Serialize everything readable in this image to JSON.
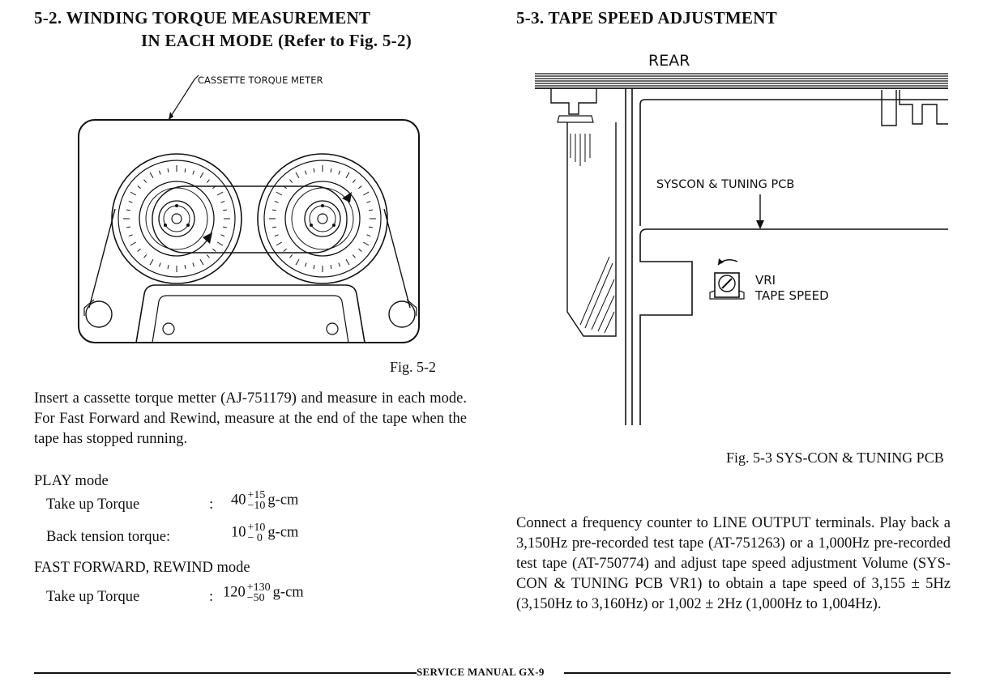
{
  "left": {
    "heading_line1": "5-2. WINDING TORQUE MEASUREMENT",
    "heading_line2": "IN EACH MODE (Refer to Fig. 5-2)",
    "fig_label": "CASSETTE TORQUE METER",
    "fig_caption": "Fig. 5-2",
    "paragraph": "Insert a cassette torque metter (AJ-751179) and measure in each mode. For Fast Forward and Rewind, measure at the end of the tape when the tape has stopped running.",
    "play_mode": "PLAY mode",
    "take_up_label": "Take up Torque",
    "colon": ":",
    "take_up_value": "40",
    "take_up_plus": "+15",
    "take_up_minus": "−10",
    "unit": "g-cm",
    "back_tension_label": "Back tension torque:",
    "back_tension_value": "10",
    "back_tension_plus": "+10",
    "back_tension_minus": "− 0",
    "ff_mode": "FAST FORWARD, REWIND mode",
    "ff_take_up_label": "Take up Torque",
    "ff_value": "120",
    "ff_plus": "+130",
    "ff_minus": "−50"
  },
  "right": {
    "heading": "5-3. TAPE SPEED ADJUSTMENT",
    "rear_label": "REAR",
    "pcb_label": "SYSCON & TUNING PCB",
    "vr_label": "VRI",
    "vr_sub_label": "TAPE SPEED",
    "fig_caption": "Fig. 5-3  SYS-CON & TUNING PCB",
    "paragraph": "Connect a frequency counter to LINE OUTPUT terminals. Play back a 3,150Hz pre-recorded test tape (AT-751263) or a 1,000Hz pre-recorded test tape (AT-750774) and adjust tape speed adjustment Volume (SYS-CON & TUNING PCB VR1) to obtain a tape speed of 3,155 ± 5Hz (3,150Hz to 3,160Hz) or 1,002 ± 2Hz (1,000Hz to 1,004Hz)."
  },
  "footer": "SERVICE MANUAL GX-9"
}
